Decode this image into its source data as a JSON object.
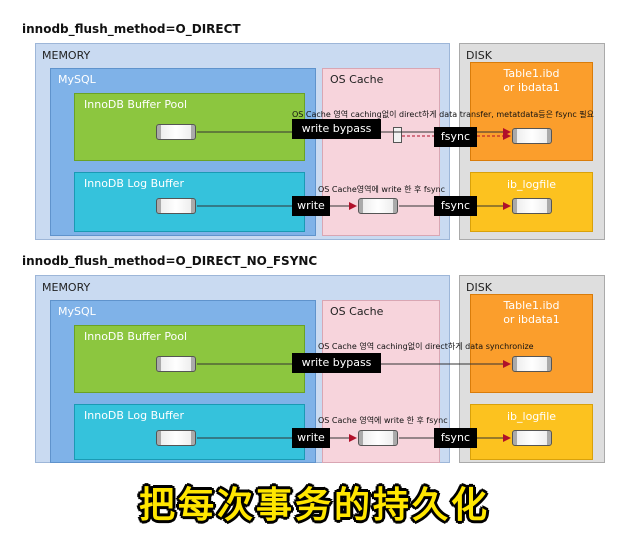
{
  "sections": [
    {
      "heading": "innodb_flush_method=O_DIRECT",
      "memory_label": "MEMORY",
      "mysql_label": "MySQL",
      "buffer_pool_label": "InnoDB Buffer Pool",
      "log_buffer_label": "InnoDB Log Buffer",
      "os_cache_label": "OS Cache",
      "disk_label": "DISK",
      "datafile_label_1": "Table1.ibd",
      "datafile_label_2": "or ibdata1",
      "logfile_label": "ib_logfile",
      "bypass_note": "OS Cache 영역 caching없이 direct하게 data transfer, metatdata등은 fsync 필요",
      "write_bypass": "write bypass",
      "fsync_top": "fsync",
      "log_note": "OS Cache영역에 write 한 후 fsync",
      "write": "write",
      "fsync_bottom": "fsync"
    },
    {
      "heading": "innodb_flush_method=O_DIRECT_NO_FSYNC",
      "memory_label": "MEMORY",
      "mysql_label": "MySQL",
      "buffer_pool_label": "InnoDB Buffer Pool",
      "log_buffer_label": "InnoDB Log Buffer",
      "os_cache_label": "OS Cache",
      "disk_label": "DISK",
      "datafile_label_1": "Table1.ibd",
      "datafile_label_2": "or ibdata1",
      "logfile_label": "ib_logfile",
      "bypass_note": "OS Cache 영역 caching없이 direct하게 data synchronize",
      "write_bypass": "write bypass",
      "log_note": "OS Cache 영역에 write 한 후 fsync",
      "write": "write",
      "fsync_bottom": "fsync"
    }
  ],
  "caption": "把每次事务的持久化"
}
